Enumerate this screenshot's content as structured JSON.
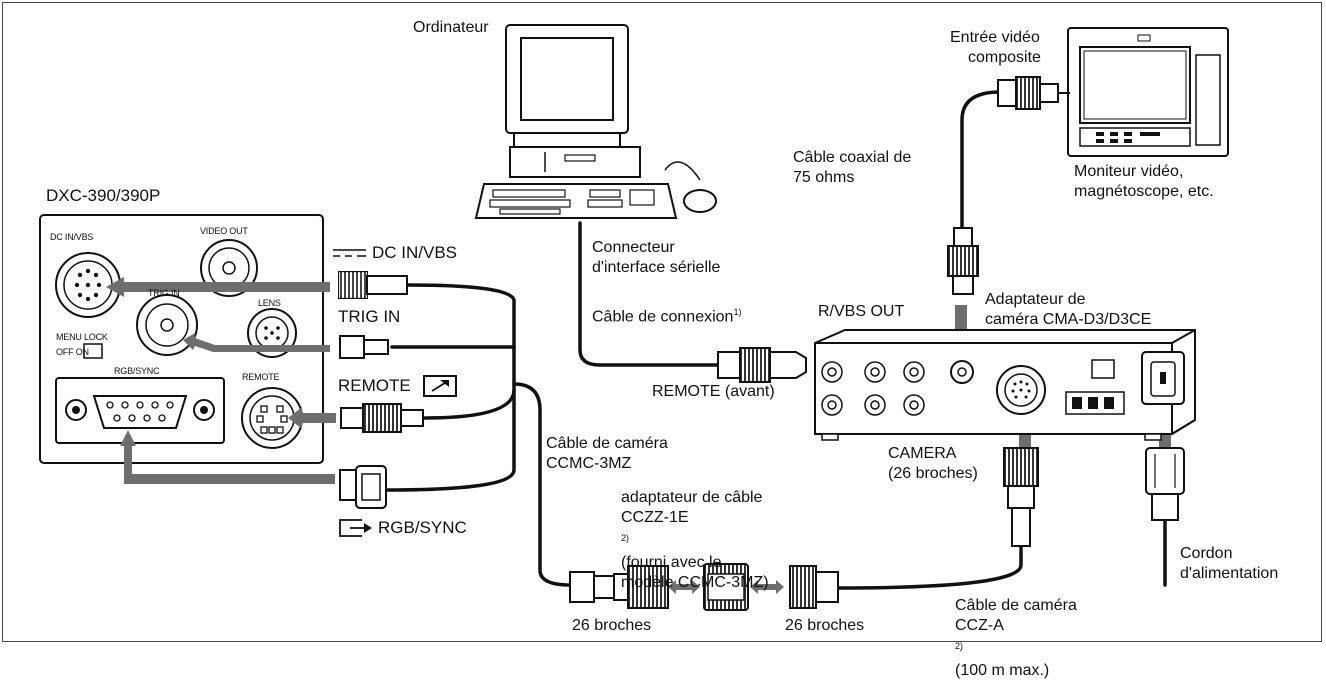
{
  "labels": {
    "computer": "Ordinateur",
    "composite_in": [
      "Entrée vidéo",
      "composite"
    ],
    "monitor": [
      "Moniteur vidéo,",
      "magnétoscope, etc."
    ],
    "coax": [
      "Câble coaxial de",
      "75 ohms"
    ],
    "camera_model": "DXC-390/390P",
    "serial": [
      "Connecteur",
      "d'interface sérielle"
    ],
    "conn_cable": "Câble de connexion",
    "conn_cable_sup": "1)",
    "rvbs_out": "R/VBS OUT",
    "adapter": [
      "Adaptateur de",
      "caméra CMA-D3/D3CE"
    ],
    "remote_front": "REMOTE (avant)",
    "camera_cable_ccmc": [
      "Câble de caméra",
      "CCMC-3MZ"
    ],
    "camera_26": [
      "CAMERA",
      "(26 broches)"
    ],
    "cable_adapter": [
      "adaptateur de câble",
      "CCZZ-1E",
      "(fourni avec le",
      "modèle CCMC-3MZ)"
    ],
    "cable_adapter_sup": "2)",
    "power_cord": [
      "Cordon",
      "d'alimentation"
    ],
    "pins_left": "26 broches",
    "pins_right": "26 broches",
    "camera_cable_ccz": [
      "Câble de caméra",
      "CCZ-A",
      "(100 m max.)"
    ],
    "camera_cable_ccz_sup": "2)"
  },
  "connectors": {
    "dc_in": "DC IN/VBS",
    "trig_in": "TRIG IN",
    "remote": "REMOTE",
    "rgb_sync": "RGB/SYNC"
  },
  "panel_small": {
    "dc_in": "DC IN/VBS",
    "video_out": "VIDEO OUT",
    "trig_in": "TRIG IN",
    "lens": "LENS",
    "menu_lock": "MENU LOCK",
    "off_on": "OFF ON",
    "rgb_sync": "RGB/SYNC",
    "remote": "REMOTE"
  },
  "icons": [
    "dc-symbol-icon",
    "remote-arrow-icon",
    "rgb-output-icon",
    "computer-icon",
    "monitor-icon",
    "mouse-icon",
    "keyboard-icon"
  ]
}
